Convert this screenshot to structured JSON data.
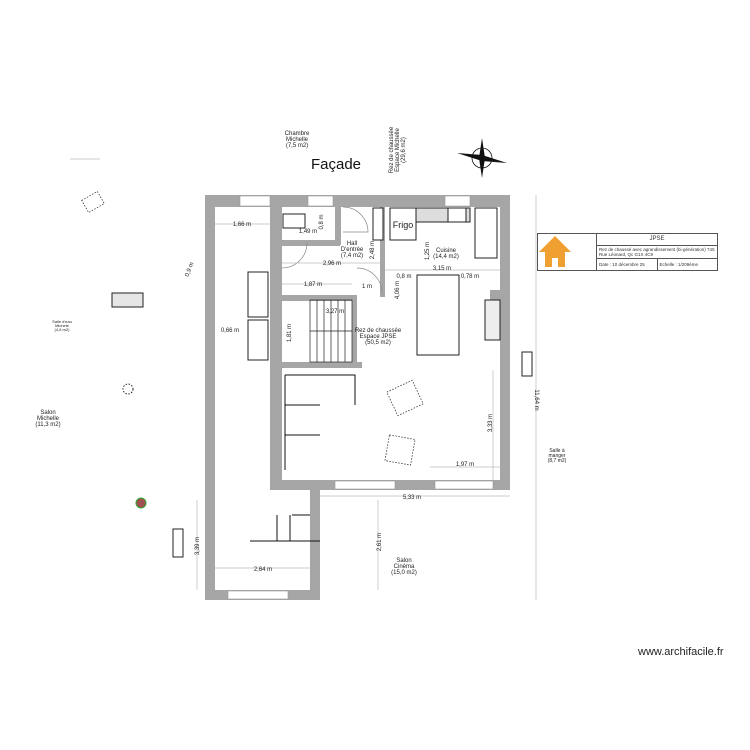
{
  "plan": {
    "title": "Façade",
    "rooms": {
      "chambre": [
        "Chambre",
        "Michelle",
        "(7,5 m2)"
      ],
      "rdc_michelle": [
        "Rez de chaussée",
        "Espace Michelle",
        "(29,6 m2)"
      ],
      "hall": [
        "Hall",
        "D'entrée",
        "(7,4 m2)"
      ],
      "cuisine": [
        "Cuisine",
        "(14,4 m2)"
      ],
      "rdc_jpse": [
        "Rez de chaussée",
        "Espace JPSE",
        "(50,5 m2)"
      ],
      "salle_eau": [
        "Salle d'eau",
        "Michele",
        "(4,6 m2)"
      ],
      "salon_michelle": [
        "Salon",
        "Michelle",
        "(11,3 m2)"
      ],
      "salle_manger": [
        "Salle à",
        "manger",
        "(8,7 m2)"
      ],
      "salon_cinema": [
        "Salon",
        "Cinéma",
        "(15,0 m2)"
      ]
    },
    "dimensions": {
      "d166": "1,66 m",
      "d149": "1,49 m",
      "d08a": "0,8 m",
      "d296": "2,96 m",
      "d248": "2,48 m",
      "d187": "1,87 m",
      "d1": "1 m",
      "d125": "1,25 m",
      "d315": "3,15 m",
      "d08b": "0,8 m",
      "d078": "0,78 m",
      "d406": "4,06 m",
      "d327": "3,27 m",
      "d181": "1,81 m",
      "d066": "0,66 m",
      "d09": "0,9 m",
      "d333": "3,33 m",
      "d197": "1,97 m",
      "d533": "5,33 m",
      "d261": "2,61 m",
      "d264": "2,64 m",
      "d339": "3,39 m",
      "d1164": "11,64 m"
    },
    "fridge_label": "Frigo"
  },
  "cartouche": {
    "name": "JPSE",
    "description": "Rez de chaussé avec agrandissement (bi-génération) 745 Rue Léonard, Qc G1X 4C9",
    "date": "Date : 10 décembre 25",
    "scale": "Echelle : 1/209ème",
    "logo_color": "#f0a030"
  },
  "brand": "www.archifacile.fr"
}
